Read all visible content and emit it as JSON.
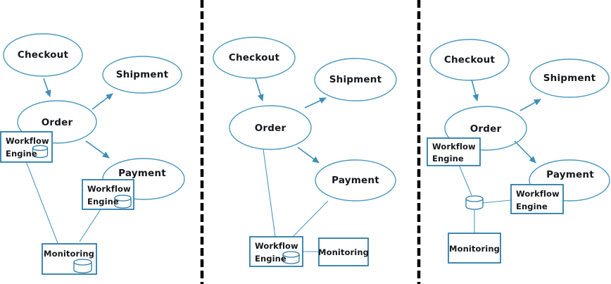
{
  "colors": {
    "shape_stroke": "#4c99c0",
    "box_stroke": "#2a7ca9",
    "arrow": "#3d8fb8",
    "divider": "#000000",
    "text": "#15181b",
    "background": "#ffffff"
  },
  "panels": [
    {
      "nodes": {
        "checkout": "Checkout",
        "shipment": "Shipment",
        "order": "Order",
        "payment": "Payment"
      },
      "engines": [
        {
          "line1": "Workflow",
          "line2": "Engine",
          "has_database": true
        },
        {
          "line1": "Workflow",
          "line2": "Engine",
          "has_database": true
        }
      ],
      "monitoring": "Monitoring",
      "monitoring_has_database": true
    },
    {
      "nodes": {
        "checkout": "Checkout",
        "shipment": "Shipment",
        "order": "Order",
        "payment": "Payment"
      },
      "engines": [
        {
          "line1": "Workflow",
          "line2": "Engine",
          "has_database": true
        }
      ],
      "monitoring": "Monitoring",
      "monitoring_has_database": false
    },
    {
      "nodes": {
        "checkout": "Checkout",
        "shipment": "Shipment",
        "order": "Order",
        "payment": "Payment"
      },
      "engines": [
        {
          "line1": "Workflow",
          "line2": "Engine",
          "has_database": false
        },
        {
          "line1": "Workflow",
          "line2": "Engine",
          "has_database": false
        }
      ],
      "monitoring": "Monitoring",
      "monitoring_has_database": false,
      "has_shared_database": true
    }
  ]
}
